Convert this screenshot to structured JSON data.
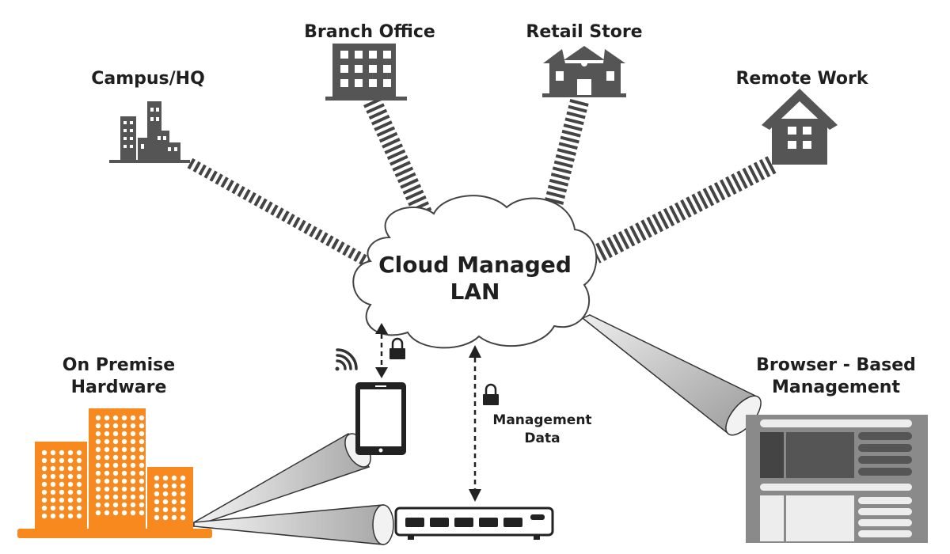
{
  "cloud": {
    "line1": "Cloud Managed",
    "line2": "LAN"
  },
  "sites": {
    "campus": "Campus/HQ",
    "branch": "Branch Office",
    "retail": "Retail Store",
    "remote": "Remote Work"
  },
  "on_premise": {
    "line1": "On Premise",
    "line2": "Hardware"
  },
  "browser_mgmt": {
    "line1": "Browser - Based",
    "line2": "Management"
  },
  "mgmt_data": {
    "line1": "Management",
    "line2": "Data"
  },
  "colors": {
    "icon_gray": "#555555",
    "orange": "#f7891f",
    "cloud_stroke": "#444444",
    "screen_gray": "#8a8a8a"
  },
  "icons": [
    "buildings-icon",
    "office-building-icon",
    "store-icon",
    "house-icon",
    "wifi-icon",
    "lock-icon",
    "tablet-icon",
    "switch-icon",
    "browser-screen-icon"
  ]
}
